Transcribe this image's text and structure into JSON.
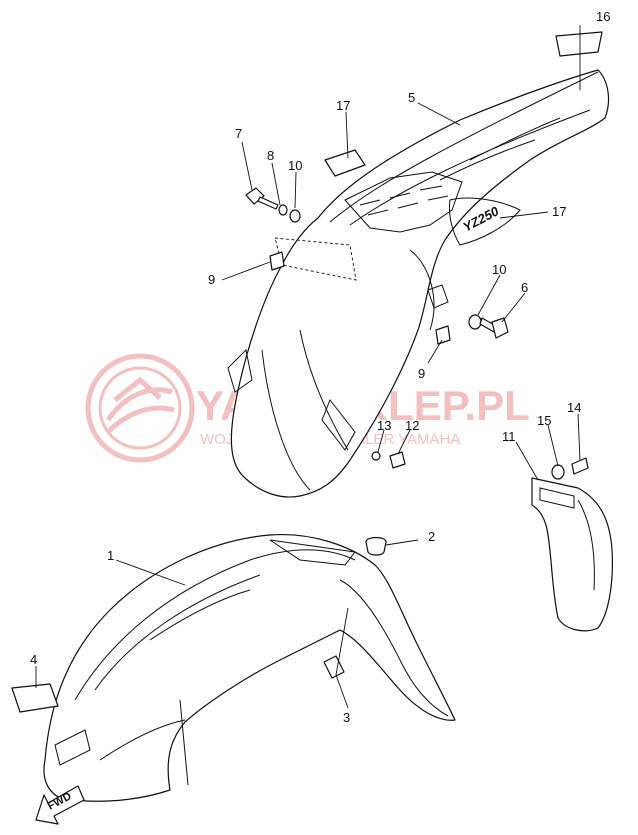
{
  "watermark": {
    "title": "YAMA-SKLEP.PL",
    "subtitle": "WOJCIECHOWSKI DEALER YAMAHA",
    "color": "#e24a4a"
  },
  "decal_text": "YZ250",
  "direction_label": "FWD",
  "callouts": [
    "1",
    "2",
    "3",
    "4",
    "5",
    "6",
    "7",
    "8",
    "9",
    "9",
    "10",
    "10",
    "11",
    "12",
    "13",
    "14",
    "15",
    "16",
    "17",
    "17"
  ],
  "colors": {
    "line": "#111111",
    "background": "#ffffff"
  }
}
